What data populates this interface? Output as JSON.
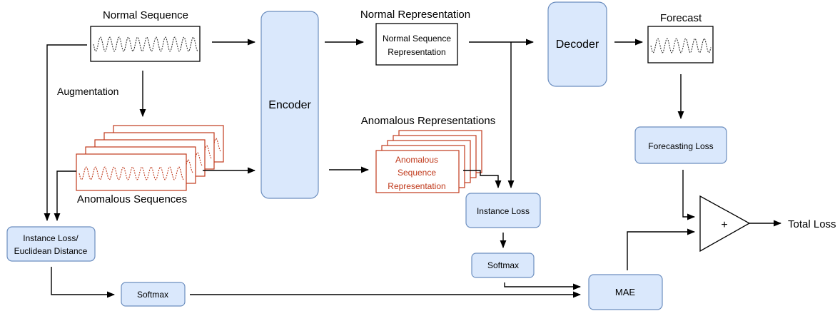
{
  "labels": {
    "normal_sequence": "Normal Sequence",
    "augmentation": "Augmentation",
    "anomalous_sequences": "Anomalous Sequences",
    "encoder": "Encoder",
    "normal_representation": "Normal Representation",
    "normal_seq_rep_line1": "Normal Sequence",
    "normal_seq_rep_line2": "Representation",
    "anomalous_representations": "Anomalous Representations",
    "anom_seq_rep_line1": "Anomalous",
    "anom_seq_rep_line2": "Sequence",
    "anom_seq_rep_line3": "Representation",
    "decoder": "Decoder",
    "forecast": "Forecast",
    "forecasting_loss": "Forecasting Loss",
    "instance_loss_right": "Instance Loss",
    "softmax_right": "Softmax",
    "instance_loss_left_line1": "Instance Loss/",
    "instance_loss_left_line2": "Euclidean Distance",
    "softmax_left": "Softmax",
    "mae": "MAE",
    "plus": "+",
    "total_loss": "Total Loss"
  },
  "colors": {
    "node_fill": "#dae8fc",
    "node_stroke": "#6c8ebf",
    "anomaly": "#c0391b",
    "edge": "#000000"
  }
}
